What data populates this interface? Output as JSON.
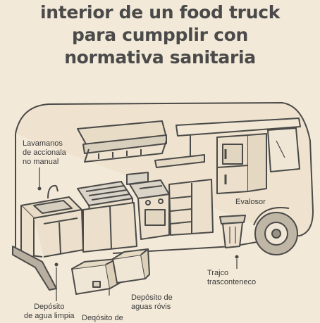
{
  "title_lines": [
    "interior de un food truck",
    "para cumpplir con",
    "normativa sanitaria"
  ],
  "labels": {
    "handwash": [
      "Lavamanos",
      "de accionala",
      "no manual"
    ],
    "fridge": "Evalosor",
    "trash": [
      "Trajco",
      "trasconteneco"
    ],
    "grey_water": [
      "Depósito de",
      "aguas róvis"
    ],
    "clean_water": [
      "Depósito",
      "de agua limpia"
    ],
    "cut_label": "Deqósito de"
  },
  "colors": {
    "background": "#f3e9d8",
    "line": "#4a4a48",
    "panel": "#ece0cc",
    "metal": "#d9d3c8",
    "text": "#3a3a3a"
  }
}
